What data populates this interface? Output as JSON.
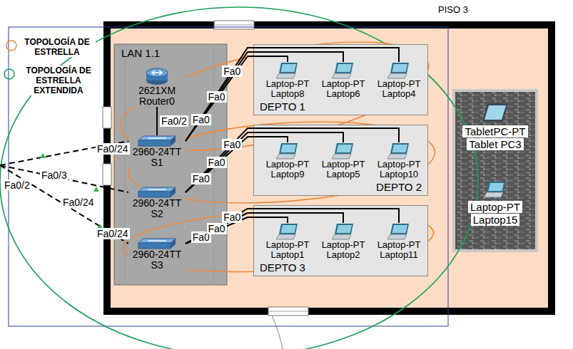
{
  "diagram": {
    "nodes": [
      {
        "text": [
          "2621XM",
          "Router0"
        ]
      },
      {
        "text": [
          "2960-24TT",
          "S1"
        ]
      },
      {
        "text": [
          "2960-24TT",
          "S2"
        ]
      },
      {
        "text": [
          "2960-24TT",
          "S3"
        ]
      },
      {
        "text": [
          "DEPTO 1"
        ]
      },
      {
        "text": [
          "Laptop-PT",
          "Laptop8"
        ],
        "in": 4
      },
      {
        "text": [
          "Laptop-PT",
          "Laptop6"
        ],
        "in": 4
      },
      {
        "text": [
          "Laptop-PT",
          "Laptop4"
        ],
        "in": 4
      },
      {
        "text": [
          "DEPTO 2"
        ]
      },
      {
        "text": [
          "Laptop-PT",
          "Laptop9"
        ],
        "in": 8
      },
      {
        "text": [
          "Laptop-PT",
          "Laptop5"
        ],
        "in": 8
      },
      {
        "text": [
          "Laptop-PT",
          "Laptop10"
        ],
        "in": 8
      },
      {
        "text": [
          "DEPTO 3"
        ]
      },
      {
        "text": [
          "Laptop-PT",
          "Laptop1"
        ],
        "in": 12
      },
      {
        "text": [
          "Laptop-PT",
          "Laptop2"
        ],
        "in": 12
      },
      {
        "text": [
          "Laptop-PT",
          "Laptop11"
        ],
        "in": 12
      },
      {
        "text": [
          "TabletPC-PT",
          "Tablet PC3"
        ]
      },
      {
        "text": [
          "Laptop-PT",
          "Laptop15"
        ]
      }
    ],
    "edges": [
      {
        "from": 0,
        "to": 1,
        "arrow": "none",
        "label": "Fa0/2"
      },
      {
        "from": 1,
        "to": 5,
        "arrow": "none",
        "label": "Fa0"
      },
      {
        "from": 1,
        "to": 6,
        "arrow": "none",
        "label": "Fa0"
      },
      {
        "from": 1,
        "to": 7,
        "arrow": "none",
        "label": "Fa0"
      },
      {
        "from": 2,
        "to": 9,
        "arrow": "none",
        "label": "Fa0"
      },
      {
        "from": 2,
        "to": 10,
        "arrow": "none",
        "label": "Fa0"
      },
      {
        "from": 2,
        "to": 11,
        "arrow": "none",
        "label": "Fa0"
      },
      {
        "from": 3,
        "to": 13,
        "arrow": "none",
        "label": "Fa0"
      },
      {
        "from": 3,
        "to": 14,
        "arrow": "none",
        "label": "Fa0"
      },
      {
        "from": 3,
        "to": 15,
        "arrow": "none",
        "label": "Fa0"
      }
    ],
    "labels": [
      "PISO 3",
      "LAN 1.1",
      "Fa0/2",
      "Fa0/3",
      "Fa0/24",
      "Fa0/24",
      "Fa0/24"
    ],
    "legend": [
      {
        "text": "TOPOLOGÍA DE ESTRELLA"
      },
      {
        "text": "TOPOLOGÍA DE ESTRELLA EXTENDIDA"
      }
    ]
  }
}
